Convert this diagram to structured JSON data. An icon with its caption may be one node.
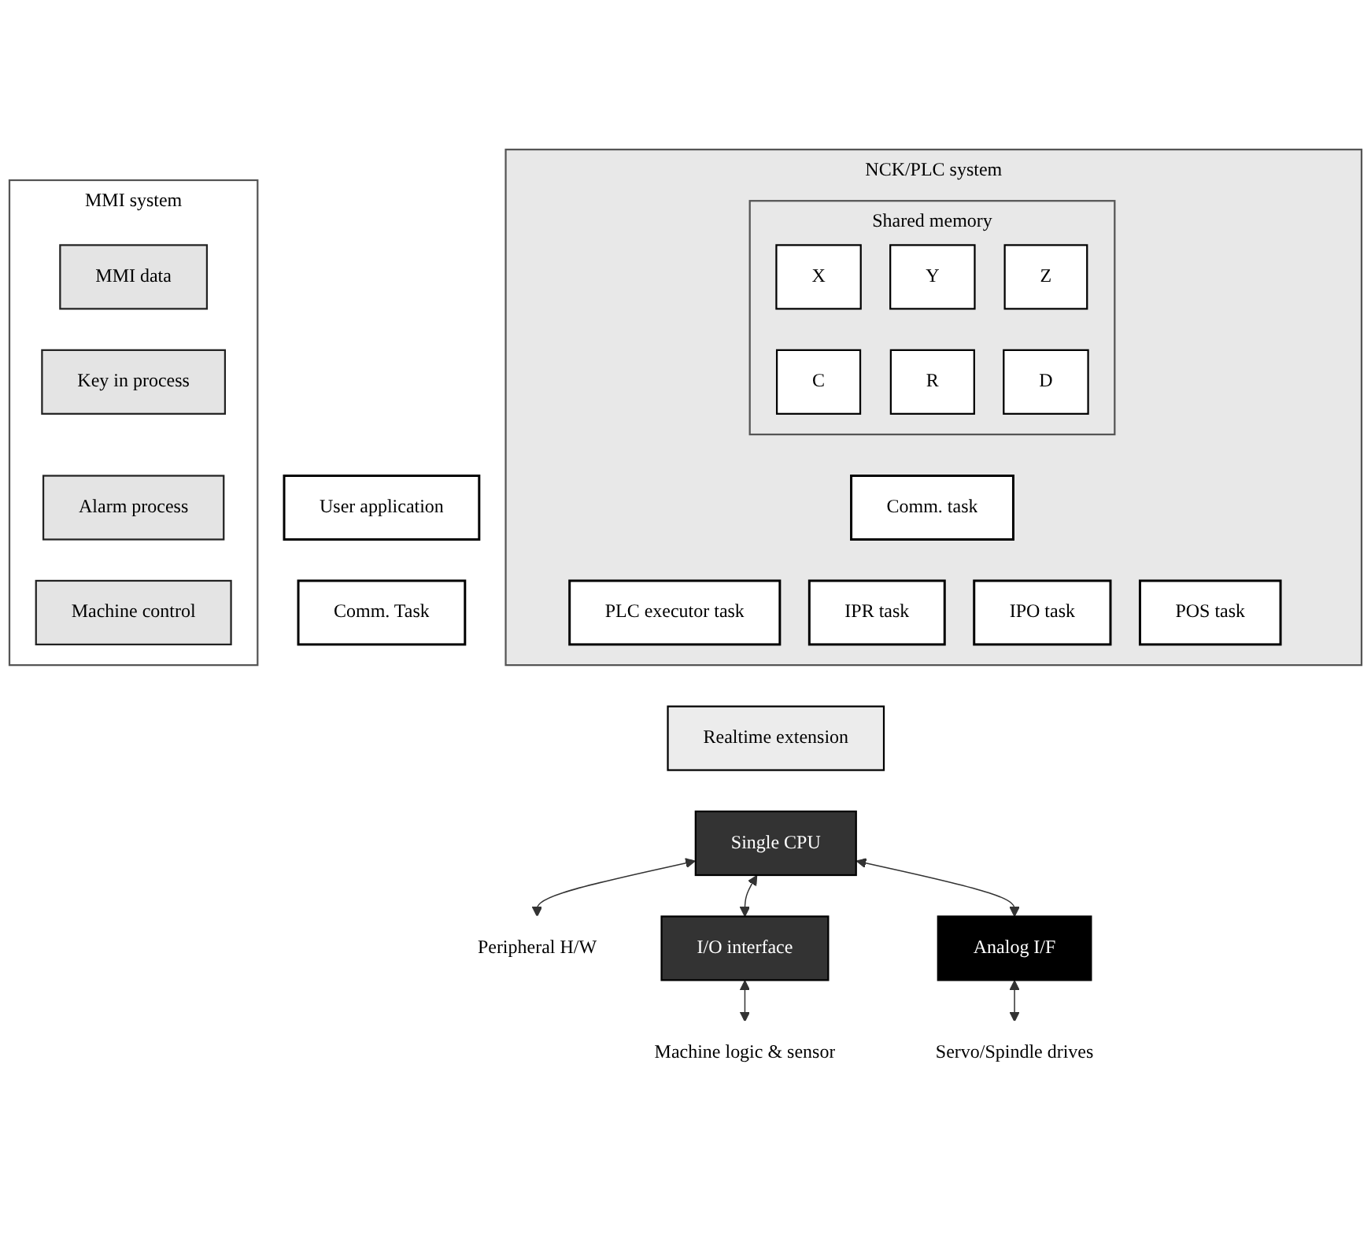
{
  "diagram": {
    "nodes": [
      {
        "text": [
          "MMI system"
        ]
      },
      {
        "text": [
          "MMI data"
        ],
        "in": 0
      },
      {
        "text": [
          "Key in process"
        ],
        "in": 0
      },
      {
        "text": [
          "Alarm process"
        ],
        "in": 0
      },
      {
        "text": [
          "Machine control"
        ],
        "in": 0
      },
      {
        "text": [
          "User application"
        ]
      },
      {
        "text": [
          "Comm. Task"
        ]
      },
      {
        "text": [
          "NCK/PLC system"
        ]
      },
      {
        "text": [
          "Shared memory"
        ],
        "in": 7
      },
      {
        "text": [
          "X"
        ],
        "in": 8
      },
      {
        "text": [
          "Y"
        ],
        "in": 8
      },
      {
        "text": [
          "Z"
        ],
        "in": 8
      },
      {
        "text": [
          "C"
        ],
        "in": 8
      },
      {
        "text": [
          "R"
        ],
        "in": 8
      },
      {
        "text": [
          "D"
        ],
        "in": 8
      },
      {
        "text": [
          "Comm. task"
        ],
        "in": 7
      },
      {
        "text": [
          "PLC executor task"
        ],
        "in": 7
      },
      {
        "text": [
          "IPR task"
        ],
        "in": 7
      },
      {
        "text": [
          "IPO task"
        ],
        "in": 7
      },
      {
        "text": [
          "POS task"
        ],
        "in": 7
      },
      {
        "text": [
          "Realtime extension"
        ]
      },
      {
        "text": [
          "Single CPU"
        ]
      },
      {
        "text": [
          "Peripheral H/W"
        ]
      },
      {
        "text": [
          "I/O interface"
        ]
      },
      {
        "text": [
          "Analog I/F"
        ]
      },
      {
        "text": [
          "Machine logic & sensor"
        ]
      },
      {
        "text": [
          "Servo/Spindle drives"
        ]
      }
    ],
    "edges": [
      {
        "from": 21,
        "to": 22,
        "arrow": "both"
      },
      {
        "from": 21,
        "to": 23,
        "arrow": "both"
      },
      {
        "from": 21,
        "to": 24,
        "arrow": "both"
      },
      {
        "from": 23,
        "to": 25,
        "arrow": "both"
      },
      {
        "from": 24,
        "to": 26,
        "arrow": "both"
      }
    ]
  }
}
